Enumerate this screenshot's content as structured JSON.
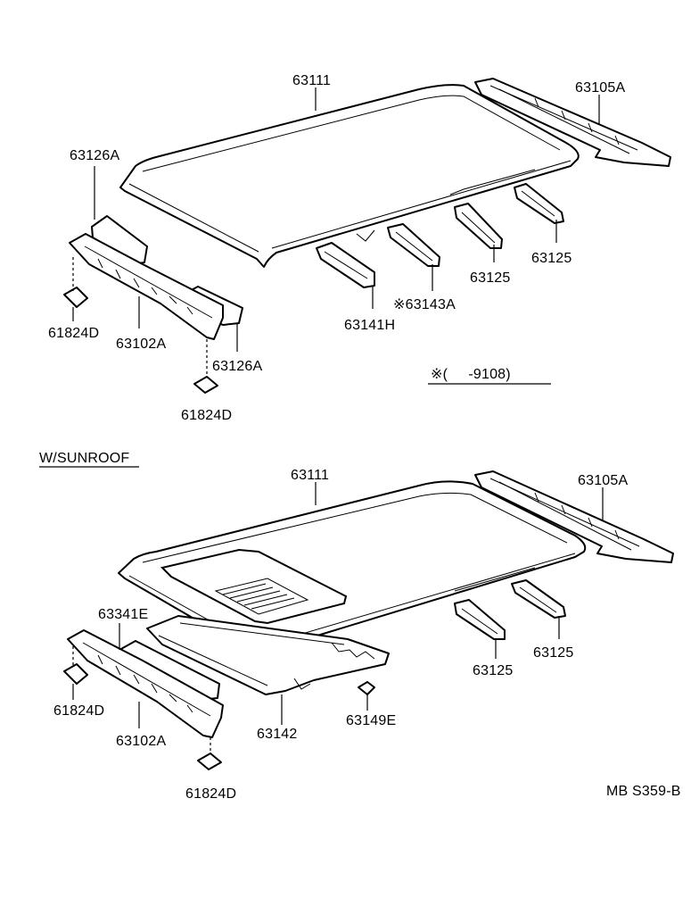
{
  "labels": {
    "top_roof": "63111",
    "top_rear_header": "63105A",
    "top_sheet_left": "63126A",
    "top_bow_right": "63125",
    "top_bow_mid": "63125",
    "top_bow_marked": "63143A",
    "top_bow_front": "63141H",
    "top_front_header": "63102A",
    "top_sheet_center": "63126A",
    "top_pad_left": "61824D",
    "top_pad_bottom": "61824D",
    "note": "※(     -9108)",
    "section_title": "W/SUNROOF",
    "bottom_roof": "63111",
    "bottom_rear_header": "63105A",
    "bottom_sheet": "63341E",
    "bottom_bow_right": "63125",
    "bottom_bow_left": "63125",
    "bottom_sunroof_frame": "63142",
    "bottom_clip": "63149E",
    "bottom_front_header": "63102A",
    "bottom_pad_left": "61824D",
    "bottom_pad_bottom": "61824D",
    "drawing_code": "MB S359-B"
  },
  "marks": {
    "asterisk": "※"
  }
}
